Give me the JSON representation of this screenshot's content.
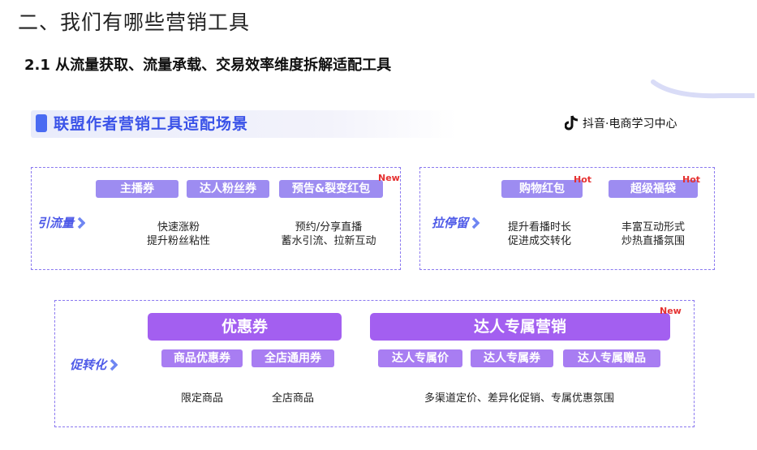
{
  "section_title": "二、我们有哪些营销工具",
  "subtitle": "2.1 从流量获取、流量承载、交易效率维度拆解适配工具",
  "banner": {
    "title": "联盟作者营销工具适配场景"
  },
  "brand": {
    "text": "抖音·电商学习中心"
  },
  "traffic": {
    "label": "引流量",
    "tools": [
      "主播券",
      "达人粉丝券",
      "预告&裂变红包"
    ],
    "new_tag": "New",
    "descs": [
      {
        "line1": "快速涨粉",
        "line2": "提升粉丝粘性"
      },
      {
        "line1": "预约/分享直播",
        "line2": "蓄水引流、拉新互动"
      }
    ]
  },
  "retention": {
    "label": "拉停留",
    "tools": [
      "购物红包",
      "超级福袋"
    ],
    "hot_tag": "Hot",
    "descs": [
      {
        "line1": "提升看播时长",
        "line2": "促进成交转化"
      },
      {
        "line1": "丰富互动形式",
        "line2": "炒热直播氛围"
      }
    ]
  },
  "conversion": {
    "label": "促转化",
    "coupon_group": "优惠券",
    "coupon_items": [
      "商品优惠券",
      "全店通用券"
    ],
    "coupon_descs": [
      "限定商品",
      "全店商品"
    ],
    "exclusive_group": "达人专属营销",
    "new_tag": "New",
    "exclusive_items": [
      "达人专属价",
      "达人专属券",
      "达人专属赠品"
    ],
    "exclusive_desc": "多渠道定价、差异化促销、专属优惠氛围"
  },
  "colors": {
    "accent": "#4a6bf2",
    "pill": "#9d8cf1",
    "group": "#a35ff0",
    "dash": "#8a78f0",
    "tag": "#e53030"
  }
}
